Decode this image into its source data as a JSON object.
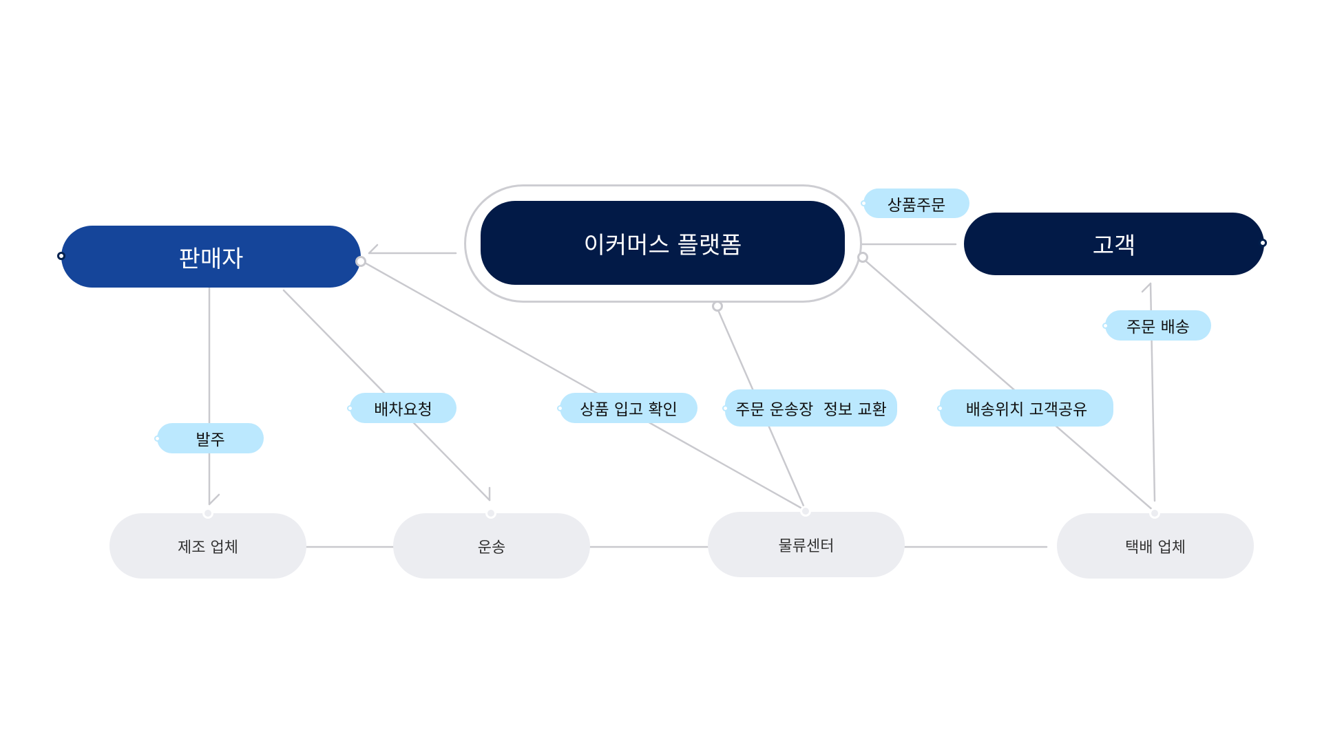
{
  "diagram": {
    "title": "이커머스 플랫폼 물류 흐름",
    "colors": {
      "center": "#021A47",
      "seller": "#15459A",
      "customer": "#021A47",
      "leaf": "#ECEDF1",
      "edge_label": "#BBE8FE",
      "edge": "#C9C9CE"
    },
    "nodes": {
      "platform": "이커머스 플랫폼",
      "seller": "판매자",
      "customer": "고객",
      "manufacturer": "제조 업체",
      "transport": "운송",
      "logistics_center": "물류센터",
      "courier": "택배 업체"
    },
    "edges": [
      {
        "from": "platform",
        "to": "seller",
        "label": ""
      },
      {
        "from": "platform",
        "to": "customer",
        "label": "상품주문"
      },
      {
        "from": "seller",
        "to": "manufacturer",
        "label": "발주"
      },
      {
        "from": "seller",
        "to": "transport",
        "label": "배차요청"
      },
      {
        "from": "seller",
        "to": "logistics_center",
        "label": "상품 입고 확인"
      },
      {
        "from": "platform",
        "to": "logistics_center",
        "label": "주문 운송장  정보 교환"
      },
      {
        "from": "platform",
        "to": "courier",
        "label": "배송위치 고객공유"
      },
      {
        "from": "courier",
        "to": "customer",
        "label": "주문 배송"
      },
      {
        "from": "manufacturer",
        "to": "transport",
        "label": ""
      },
      {
        "from": "transport",
        "to": "logistics_center",
        "label": ""
      },
      {
        "from": "logistics_center",
        "to": "courier",
        "label": ""
      }
    ]
  }
}
